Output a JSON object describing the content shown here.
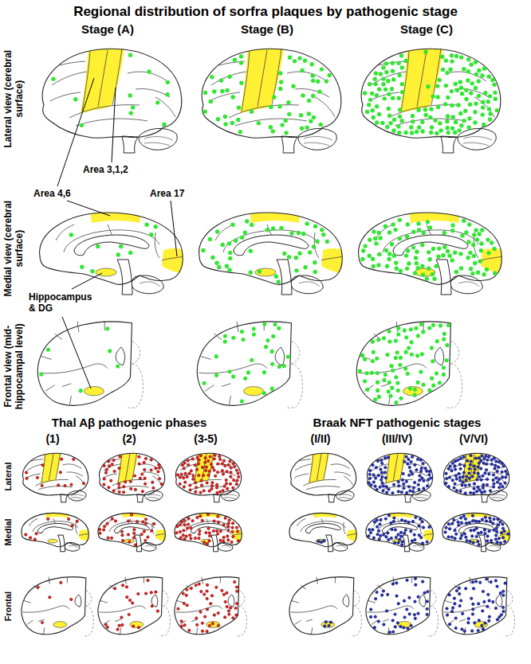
{
  "diagram": {
    "title": "Regional distribution of sorfra plaques by pathogenic stage",
    "labels": [
      "Stage (A)",
      "Stage (B)",
      "Stage (C)",
      "Lateral view (cerebral surface)",
      "Medial view (cerebral surface)",
      "Frontal view (mid-hippocampal level)",
      "Area 4,6",
      "Area 3,1,2",
      "Area 17",
      "Hippocampus & DG",
      "Thal Aβ pathogenic phases",
      "(1)",
      "(2)",
      "(3-5)",
      "Braak NFT pathogenic stages",
      "(I/II)",
      "(III/IV)",
      "(V/VI)",
      "Lateral",
      "Medial",
      "Frontal"
    ]
  }
}
